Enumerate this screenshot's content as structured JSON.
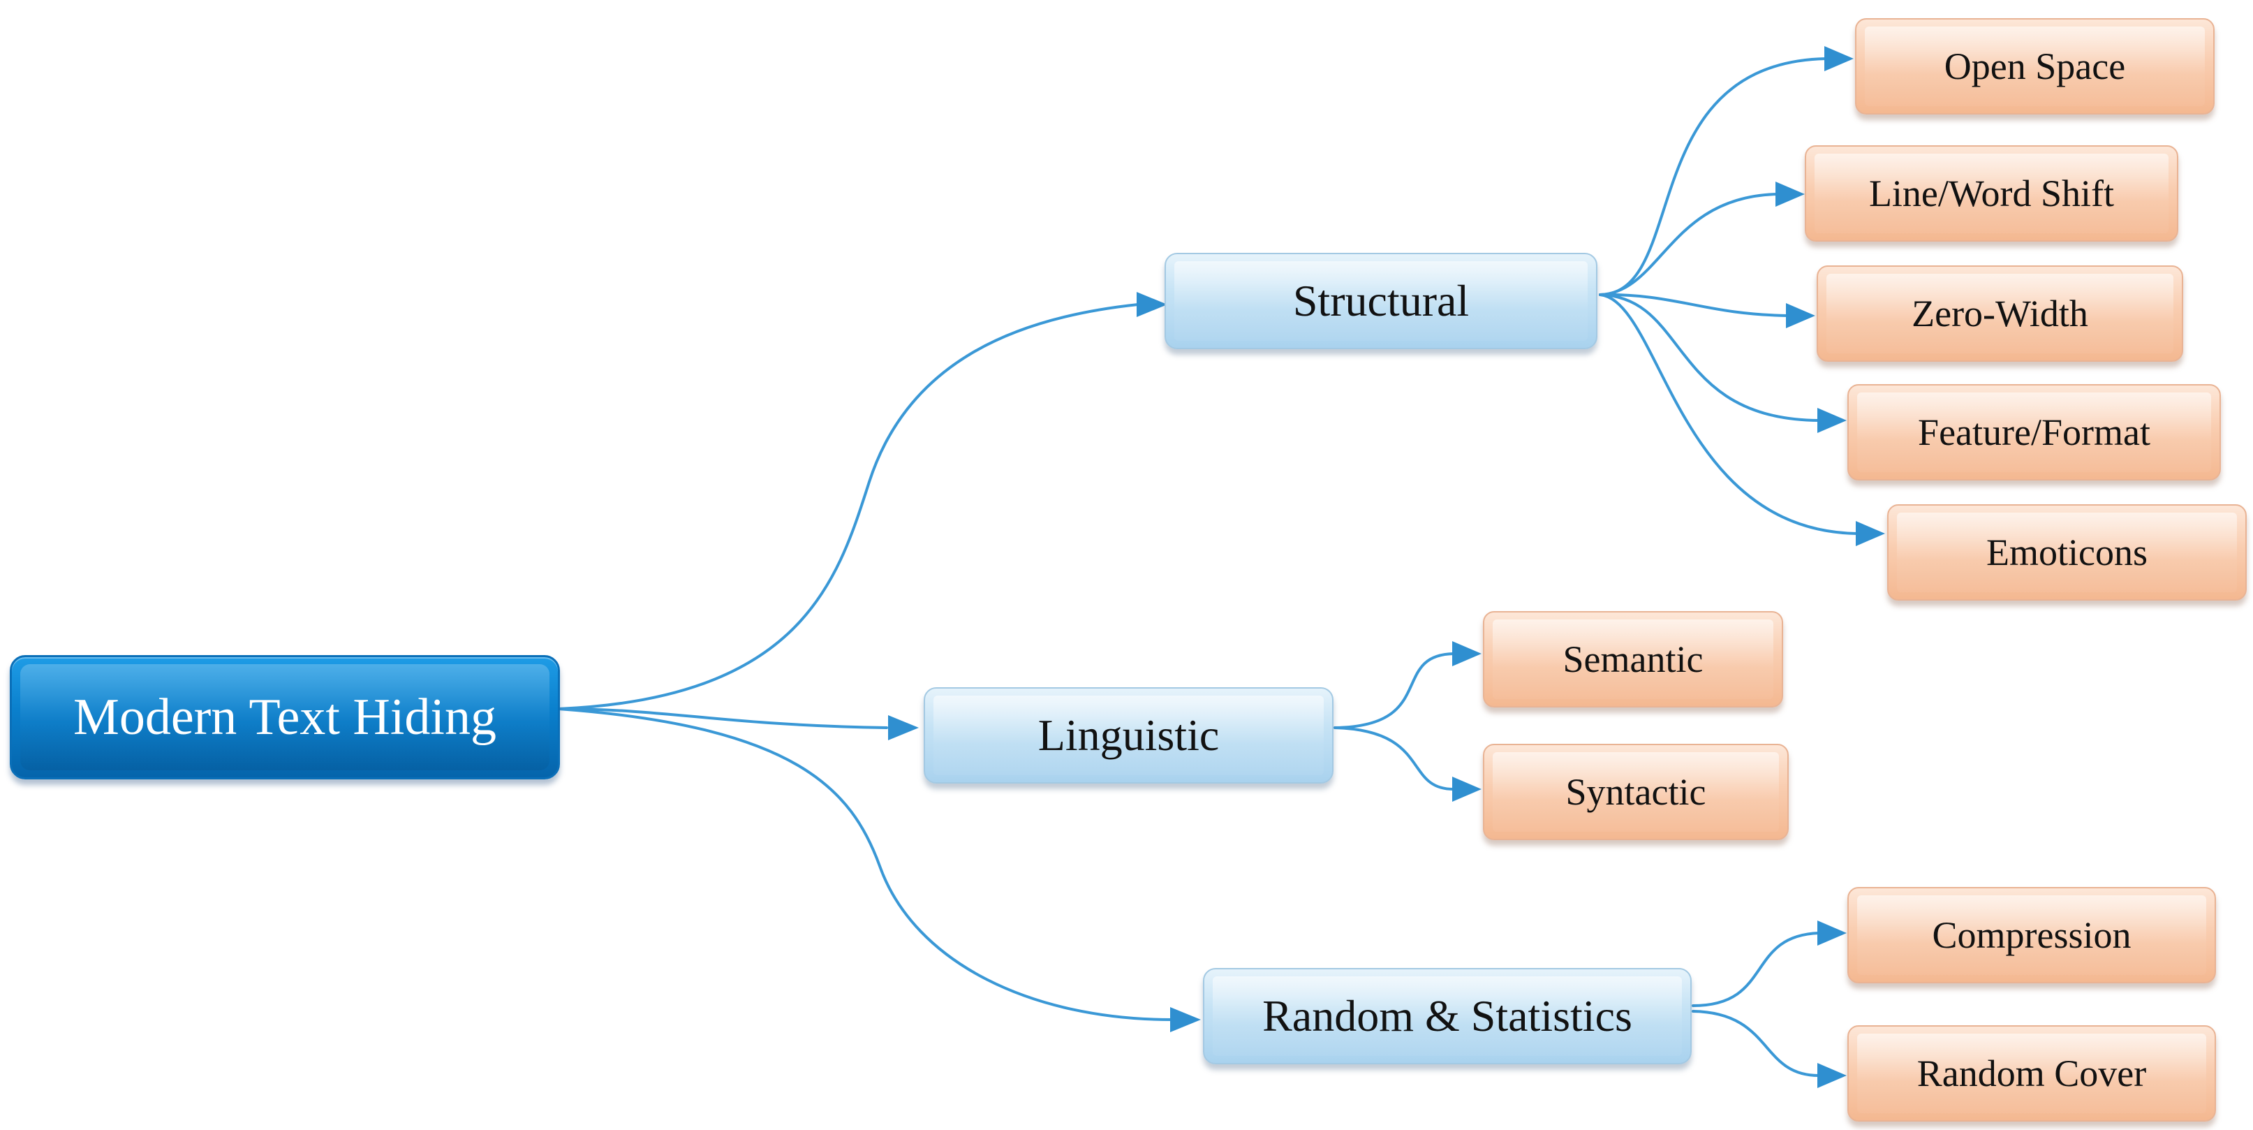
{
  "root": {
    "label": "Modern Text Hiding"
  },
  "branches": [
    {
      "label": "Structural",
      "children": [
        "Open Space",
        "Line/Word Shift",
        "Zero-Width",
        "Feature/Format",
        "Emoticons"
      ]
    },
    {
      "label": "Linguistic",
      "children": [
        "Semantic",
        "Syntactic"
      ]
    },
    {
      "label": "Random & Statistics",
      "children": [
        "Compression",
        "Random Cover"
      ]
    }
  ],
  "colors": {
    "root": "#0a7fcc",
    "branch": "#c6e3f5",
    "leaf": "#f9cdb0",
    "connector": "#3a98d6",
    "text_root": "#ffffff",
    "text_node": "#111111"
  }
}
